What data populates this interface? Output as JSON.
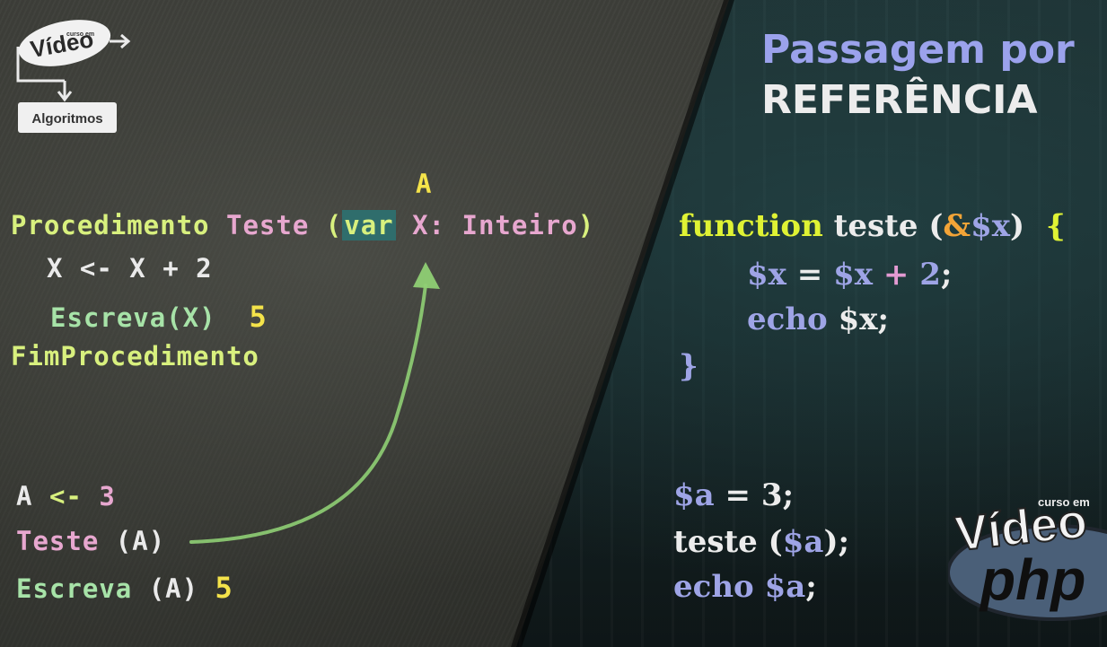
{
  "logo": {
    "brand": "Vídeo",
    "brand_small": "curso em",
    "section": "Algoritmos"
  },
  "title": {
    "line1": "Passagem por",
    "line2": "REFERÊNCIA"
  },
  "pseudo": {
    "marker": "A",
    "proc_kw": "Procedimento",
    "proc_name": "Teste",
    "open": "(",
    "var_kw": "var",
    "param": "X:",
    "type": "Inteiro",
    "close": ")",
    "line2": "X <- X + 2",
    "line3_call": "Escreva(X)",
    "line3_value": "5",
    "end": "FimProcedimento",
    "assign_var": "A",
    "assign_op": "<-",
    "assign_val": "3",
    "call_name": "Teste",
    "call_arg": "(A)",
    "print_name": "Escreva",
    "print_arg": "(A)",
    "print_value": "5"
  },
  "php": {
    "fn_kw": "function",
    "fn_name": "teste",
    "paren_open": "(",
    "amp": "&",
    "param": "$x",
    "paren_close": ")",
    "brace_open": "{",
    "body1_a": "$x",
    "body1_eq": " = ",
    "body1_b": "$x",
    "body1_plus": " + ",
    "body1_num": "2",
    "body1_end": ";",
    "body2_kw": "echo",
    "body2_var": "$x",
    "body2_end": ";",
    "brace_close": "}",
    "l5_var": "$a",
    "l5_rest": " = 3;",
    "l6_name": "teste (",
    "l6_var": "$a",
    "l6_end": ");",
    "l7_kw": "echo",
    "l7_var": "$a",
    "l7_end": ";"
  },
  "php_logo": {
    "small": "curso em",
    "brand": "Vídeo",
    "tech": "php"
  }
}
